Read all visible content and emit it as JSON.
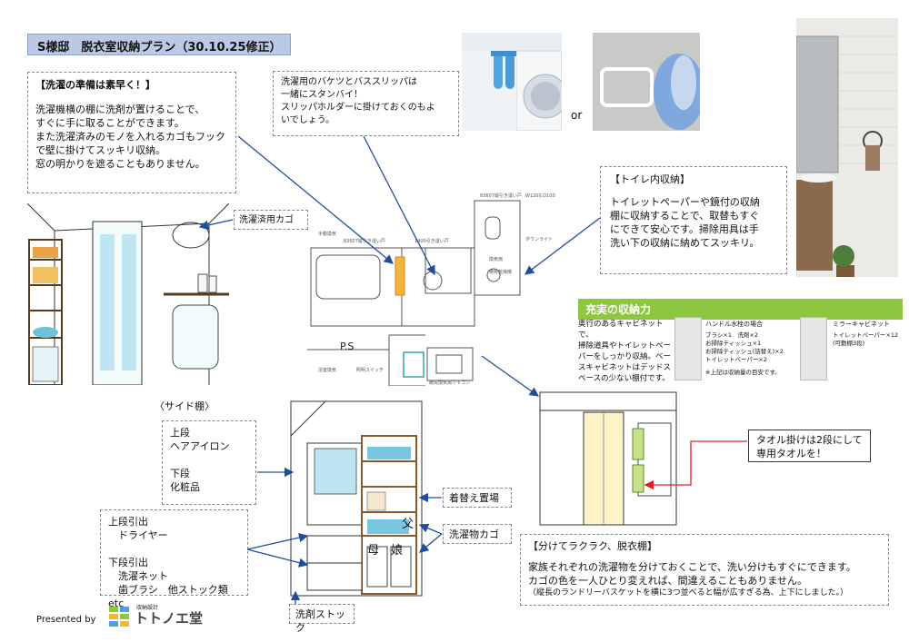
{
  "title": "S様邸　脱衣室収納プラン（30.10.25修正）",
  "box_laundry": {
    "heading": "【洗濯の準備は素早く！】",
    "body": "洗濯機横の棚に洗剤が置けることで、\nすぐに手に取ることができます。\nまた洗濯済みのモノを入れるカゴもフック\nで壁に掛けてスッキリ収納。\n窓の明かりを遮ることもありません。"
  },
  "box_bucket": {
    "body": "洗濯用のバケツとバススリッパは\n一緒にスタンバイ！\nスリッパホルダーに掛けておくのもよ\nいでしょう。"
  },
  "or_label": "or",
  "box_toilet": {
    "heading": "【トイレ内収納】",
    "body": "トイレットペーパーや鏡付の収納\n棚に収納することで、取替もすぐ\nにできて安心です。掃除用具は手\n洗い下の収納に納めてスッキリ。"
  },
  "label_basket": "洗濯済用カゴ",
  "catalog": {
    "header": "充実の収納力",
    "body": "奥行のあるキャビネットで、\n掃除道具やトイレットペー\nパーをしっかり収納。ベー\nスキャビネットはデッドス\nペースの少ない棚付です。",
    "col1_title": "ハンドル水栓の場合",
    "col1_items": "ブラシ×1　洗剤×2\nお掃除ティッシュ×1\nお掃除ティッシュ(詰替え)×2\nトイレットペーパー×2",
    "col1_note": "※上記は収納量の目安です。",
    "col2_title": "ミラーキャビネット",
    "col2_items": "トイレットペーパー×12\n(可動棚3段)"
  },
  "side_shelf": {
    "heading": "〈サイド棚〉",
    "body": "上段\nヘアアイロン\n\n下段\n化粧品"
  },
  "drawers": {
    "body": "上段引出\n　ドライヤー\n\n下段引出\n　洗濯ネット\n　歯ブラシ　他ストック類etc"
  },
  "label_change": "着替え置場",
  "label_baskets": "洗濯物カゴ",
  "label_detergent": "洗剤ストック",
  "label_towel": "タオル掛けは2段にして\n専用タオルを！",
  "basket_labels": {
    "father": "父",
    "mother": "母",
    "daughter": "娘"
  },
  "box_split": {
    "heading": "【分けてラクラク、脱衣棚】",
    "body": "家族それぞれの洗濯物を分けておくことで、洗い分けもすぐにできます。\nカゴの色を一人ひとり変えれば、間違えることもありません。",
    "note": "（縦長のランドリーバスケットを横に3つ並べると幅が広すぎる為、上下にしました。）"
  },
  "plan": {
    "ps_label": "P.S",
    "dim1": "83607縦引き違い戸",
    "dim2": "1400引き違い戸",
    "dim3": "83607縦引き違い戸",
    "dim4": "W1200,D100",
    "note_a": "手動換気",
    "note_b": "ダウンライト",
    "note_c": "換気扇",
    "note_d": "暖房乾燥機",
    "note_e": "浴室換気",
    "note_f": "照明スイッチ",
    "note_g": "暖房換気扇リモコン"
  },
  "footer": {
    "presented_by": "Presented by",
    "brand": "トトノエ堂",
    "brand_sub": "収納設計"
  },
  "colors": {
    "title_bg": "#b9c9e6",
    "arrow": "#1f4e9c",
    "green": "#8dc63f",
    "red": "#e02020",
    "yellow_door": "#f5b43c"
  }
}
